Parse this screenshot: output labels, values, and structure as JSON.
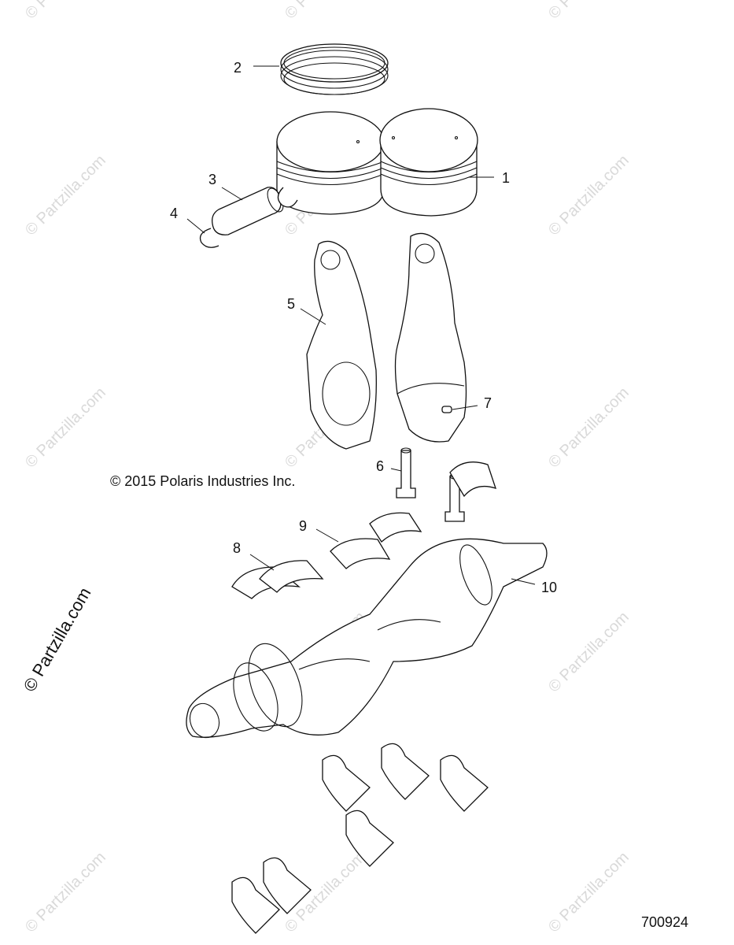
{
  "brand": {
    "text": "© Partzilla.com"
  },
  "watermark": {
    "text": "© Partzilla.com"
  },
  "copyright": {
    "text": "© 2015 Polaris Industries Inc."
  },
  "drawing_code": {
    "text": "700924"
  },
  "callouts": {
    "c1": "1",
    "c2": "2",
    "c3": "3",
    "c4": "4",
    "c5": "5",
    "c6": "6",
    "c7": "7",
    "c8": "8",
    "c9": "9",
    "c10": "10"
  }
}
